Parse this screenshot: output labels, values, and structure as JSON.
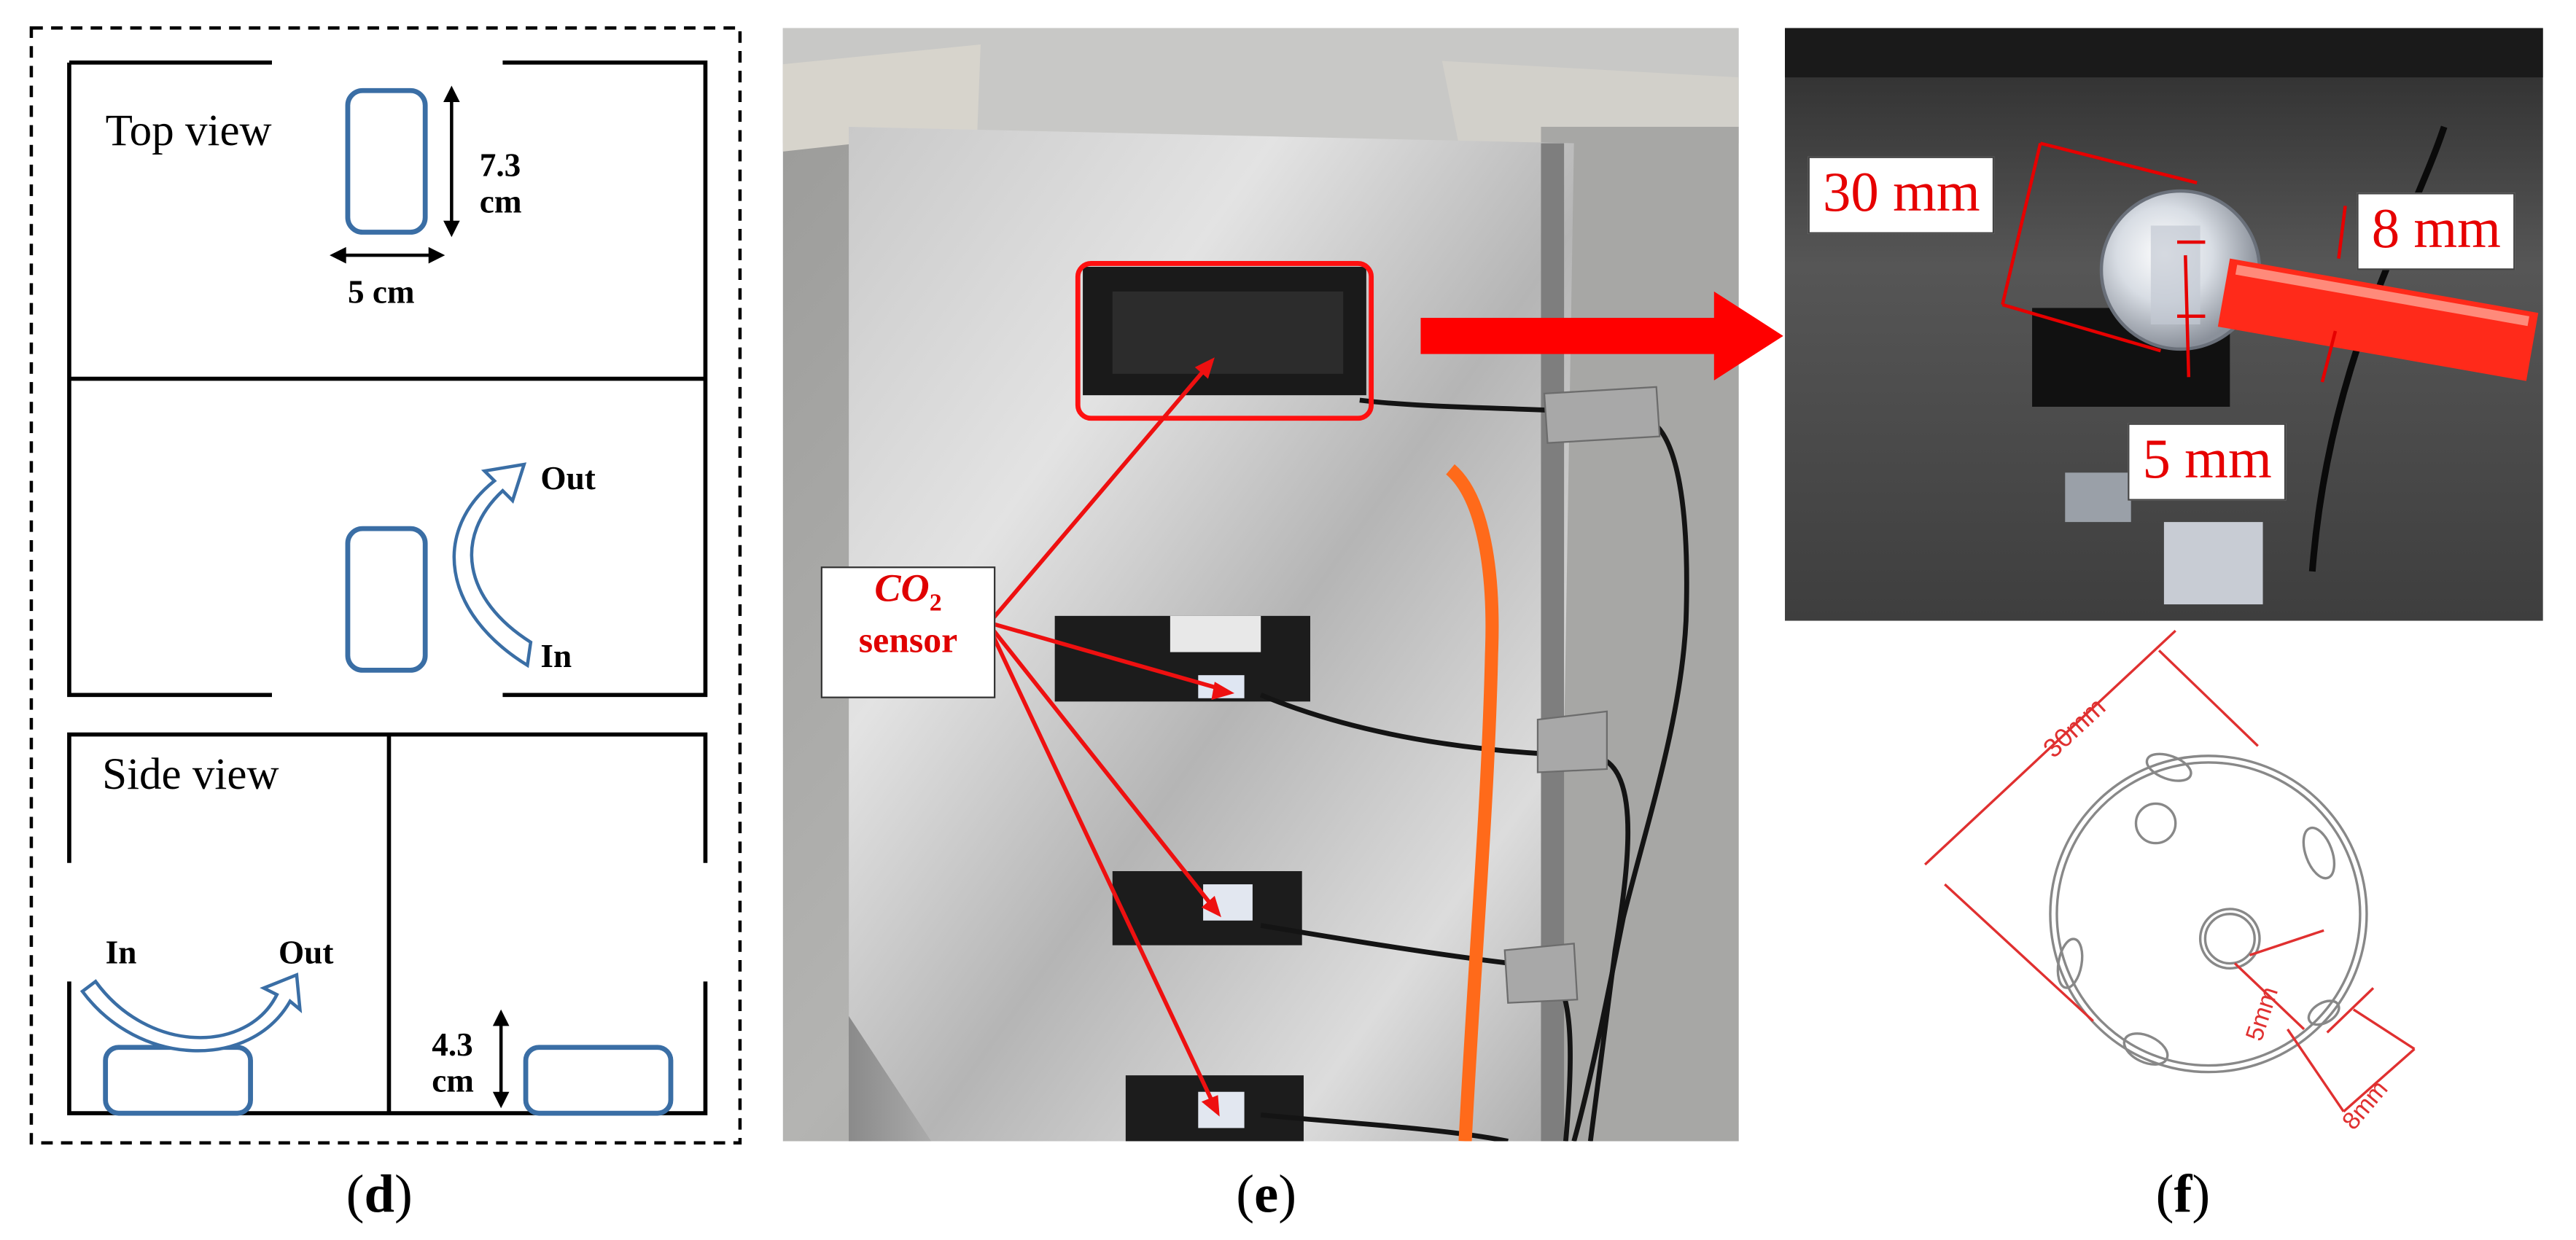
{
  "panel_d": {
    "label_letter": "d",
    "top_view_label": "Top view",
    "side_view_label": "Side view",
    "dim_height": "7.3\ncm",
    "dim_width": "5 cm",
    "flow_out_top": "Out",
    "flow_in_top": "In",
    "flow_in_side": "In",
    "flow_out_side": "Out",
    "dim_side_height": "4.3\ncm"
  },
  "panel_e": {
    "label_letter": "e",
    "sensor_formula": "CO",
    "sensor_subscript": "2",
    "sensor_word": "sensor"
  },
  "panel_f": {
    "label_letter": "f",
    "photo_dim_diameter": "30 mm",
    "photo_dim_tube": "8 mm",
    "photo_dim_hole": "5 mm",
    "drawing_dim_diameter": "30mm",
    "drawing_dim_hole": "5mm",
    "drawing_dim_tube": "8mm"
  },
  "colors": {
    "annotation_red": "#e60000",
    "box_blue": "#3a6ea5",
    "tube_red": "#ff2a1a",
    "drawing_red": "#e03030"
  }
}
